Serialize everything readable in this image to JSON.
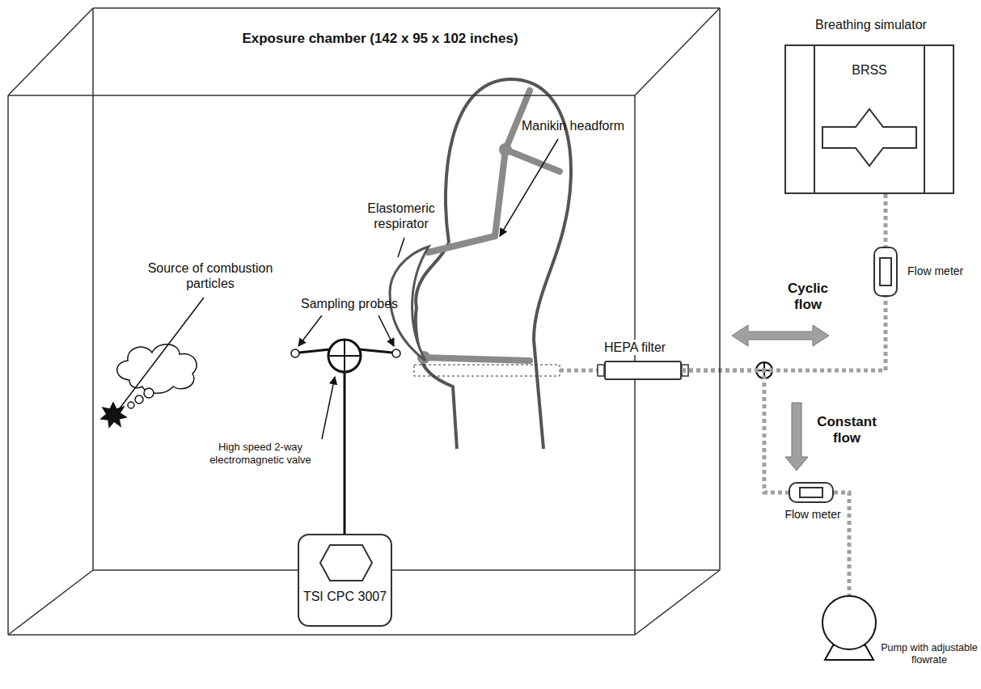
{
  "diagram": {
    "nodes": [
      {
        "text": [
          "Exposure chamber (142 x 95 x 102 inches)"
        ]
      },
      {
        "text": [
          "TSI CPC 3007"
        ],
        "in": 0
      },
      {
        "text": [
          "Breathing simulator",
          "BRSS"
        ]
      },
      {
        "text": [
          "Flow meter"
        ]
      },
      {
        "text": [
          "HEPA filter"
        ],
        "in": 0
      },
      {
        "text": [
          "Flow meter"
        ]
      },
      {
        "text": [
          "Pump with adjustable flowrate"
        ]
      }
    ],
    "edges": [
      {
        "from": 2,
        "to": 3,
        "arrow": "none"
      },
      {
        "from": 4,
        "to": 3,
        "arrow": "none"
      },
      {
        "from": 4,
        "to": 5,
        "arrow": "none"
      },
      {
        "from": 5,
        "to": 6,
        "arrow": "none"
      }
    ],
    "labels": [
      "Manikin headform",
      "Elastomeric respirator",
      "Source of combustion particles",
      "Sampling probes",
      "High speed 2-way electromagnetic valve",
      "Cyclic flow",
      "Constant flow"
    ]
  }
}
